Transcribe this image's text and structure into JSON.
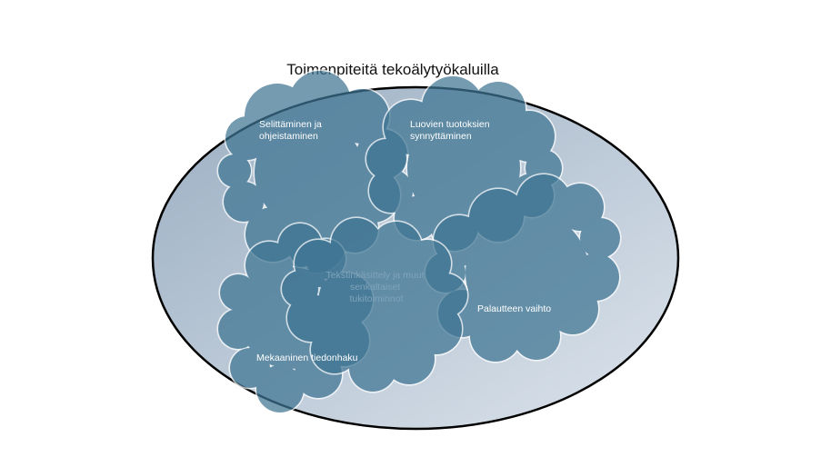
{
  "diagram": {
    "title": "Toimenpiteitä tekoälytyökaluilla",
    "clouds": [
      {
        "id": "selittaminen",
        "lines": [
          "Selittäminen ja",
          "ohjeistaminen"
        ]
      },
      {
        "id": "luovien",
        "lines": [
          "Luovien tuotoksien",
          "synnyttäminen"
        ]
      },
      {
        "id": "tekstinkasittely",
        "lines": [
          "Tekstinkäsittely ja muut",
          "senkaltaiset",
          "tukitoiminnot"
        ]
      },
      {
        "id": "palautteen",
        "lines": [
          "Palautteen vaihto"
        ]
      },
      {
        "id": "mekaaninen",
        "lines": [
          "Mekaaninen tiedonhaku"
        ]
      }
    ],
    "colors": {
      "cloud_fill": "#3f7593",
      "cloud_stroke": "#ffffff",
      "ellipse_stroke": "#000000",
      "ellipse_gradient": [
        "#9eb1c4",
        "#d9e1e9"
      ],
      "title_color": "#111111"
    }
  }
}
